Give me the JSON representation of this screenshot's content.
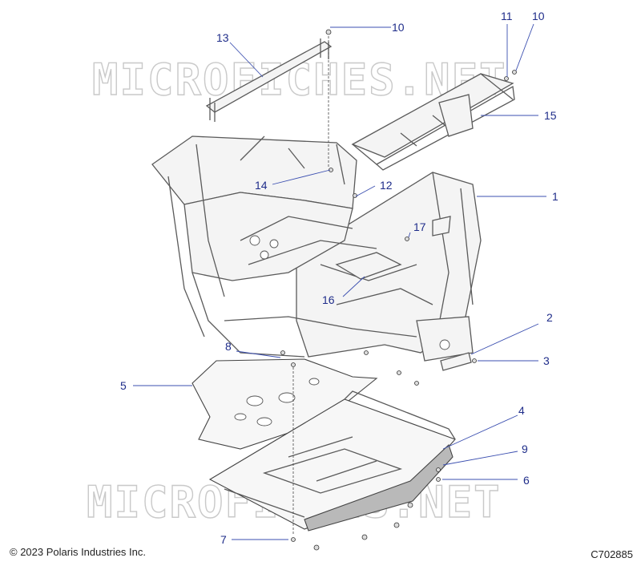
{
  "watermark": "MICROFICHES.NET",
  "copyright": "© 2023 Polaris Industries Inc.",
  "diagram_code": "C702885",
  "callouts": {
    "c1": "1",
    "c2": "2",
    "c3": "3",
    "c4": "4",
    "c5": "5",
    "c6": "6",
    "c7": "7",
    "c8": "8",
    "c9": "9",
    "c10a": "10",
    "c10b": "10",
    "c11": "11",
    "c12": "12",
    "c13": "13",
    "c14": "14",
    "c15": "15",
    "c16": "16",
    "c17": "17"
  },
  "colors": {
    "callout": "#1f2d8a",
    "leader": "#3b4fb0",
    "line_art": "#5a5a5a"
  }
}
